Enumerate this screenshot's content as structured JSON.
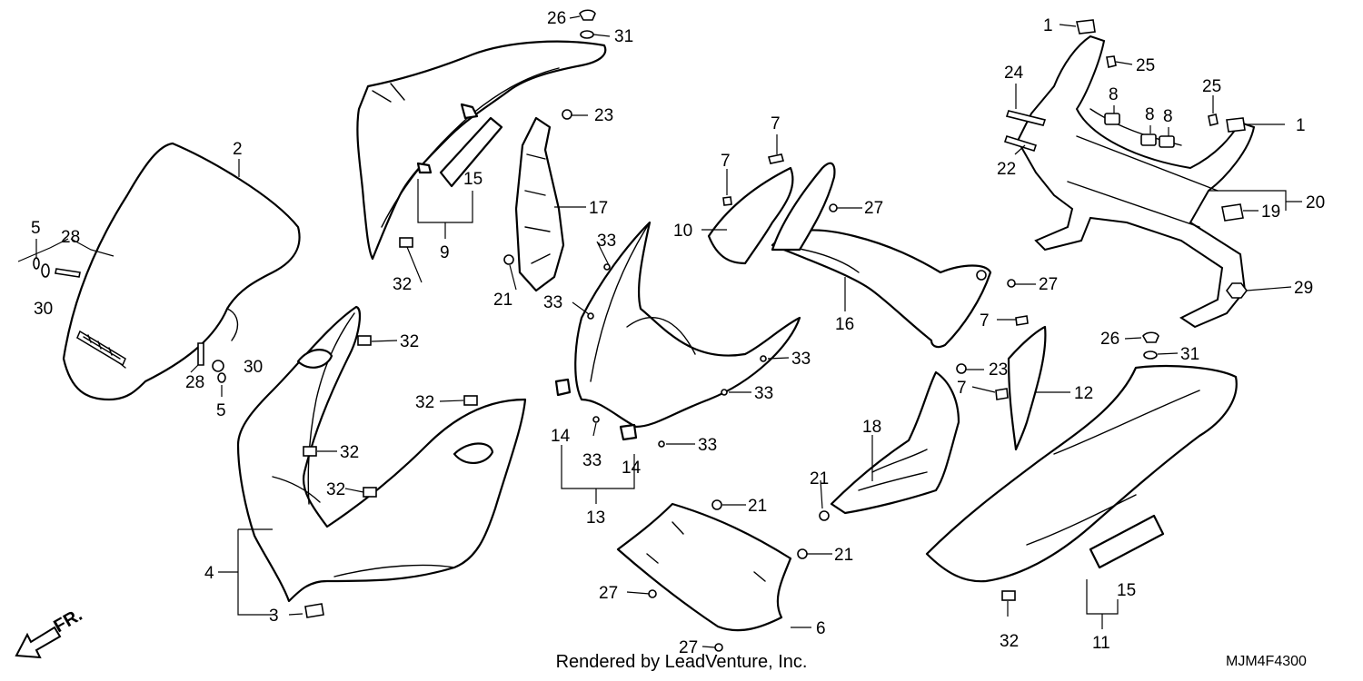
{
  "diagram": {
    "callouts": {
      "c1a": "1",
      "c1b": "1",
      "c2": "2",
      "c3": "3",
      "c4": "4",
      "c5a": "5",
      "c5b": "5",
      "c6": "6",
      "c7a": "7",
      "c7b": "7",
      "c7c": "7",
      "c7d": "7",
      "c8a": "8",
      "c8b": "8",
      "c8c": "8",
      "c9": "9",
      "c10": "10",
      "c11": "11",
      "c12": "12",
      "c13": "13",
      "c14a": "14",
      "c14b": "14",
      "c15a": "15",
      "c15b": "15",
      "c16": "16",
      "c17": "17",
      "c18": "18",
      "c19": "19",
      "c20": "20",
      "c21a": "21",
      "c21b": "21",
      "c21c": "21",
      "c21d": "21",
      "c22": "22",
      "c23a": "23",
      "c23b": "23",
      "c24": "24",
      "c25a": "25",
      "c25b": "25",
      "c26a": "26",
      "c26b": "26",
      "c27a": "27",
      "c27b": "27",
      "c27c": "27",
      "c27d": "27",
      "c28a": "28",
      "c28b": "28",
      "c29": "29",
      "c30a": "30",
      "c30b": "30",
      "c31a": "31",
      "c31b": "31",
      "c32a": "32",
      "c32b": "32",
      "c32c": "32",
      "c32d": "32",
      "c32e": "32",
      "c32f": "32",
      "c33a": "33",
      "c33b": "33",
      "c33c": "33",
      "c33d": "33",
      "c33e": "33",
      "c33f": "33"
    },
    "direction_label": "FR.",
    "footer": "Rendered by LeadVenture, Inc.",
    "diagram_code": "MJM4F4300"
  }
}
